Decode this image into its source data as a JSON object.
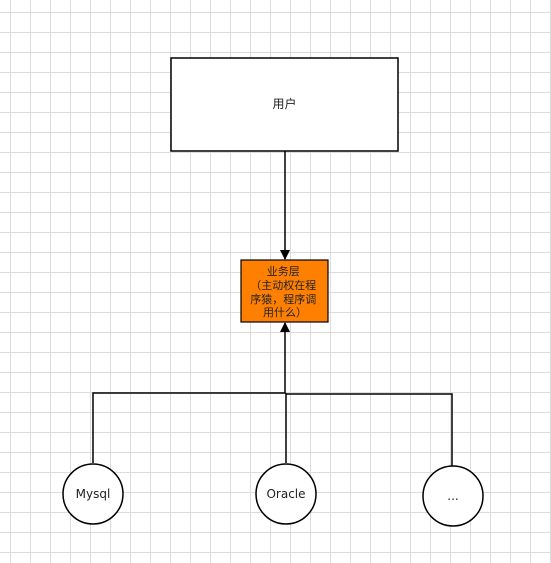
{
  "diagram": {
    "user_label": "用户",
    "business_layer": {
      "lines": [
        "业务层",
        "（主动权在程",
        "序猿，程序调",
        "用什么）"
      ],
      "fill_color": "#ff8000"
    },
    "databases": [
      "Mysql",
      "Oracle",
      "..."
    ]
  }
}
